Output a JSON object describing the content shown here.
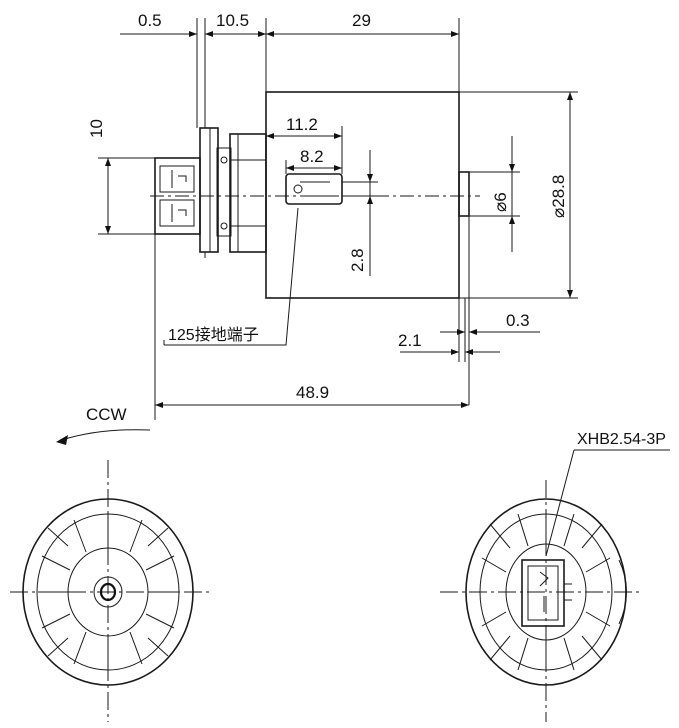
{
  "dimensions": {
    "flange": "0.5",
    "connector_length": "10.5",
    "body_length": "29",
    "connector_height": "10",
    "shaft_flat_length": "11.2",
    "shaft_flat_inner": "8.2",
    "shaft_diameter": "⌀6",
    "body_diameter": "⌀28.8",
    "flat_depth": "2.8",
    "bushing_length": "2.1",
    "bushing_gap": "0.3",
    "overall_length": "48.9"
  },
  "callouts": {
    "ground_terminal": "125接地端子",
    "connector_type": "XHB2.54-3P",
    "rotation": "CCW"
  }
}
